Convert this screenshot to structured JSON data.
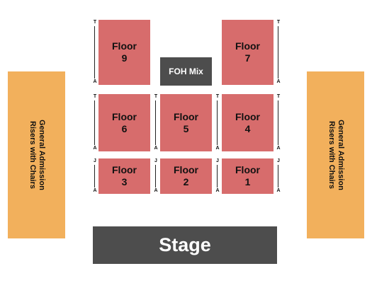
{
  "map": {
    "stage": {
      "label": "Stage"
    },
    "foh": {
      "label": "FOH Mix"
    },
    "riser_left": {
      "line1": "General Admission",
      "line2": "Risers with Chairs"
    },
    "riser_right": {
      "line1": "General Admission",
      "line2": "Risers with Chairs"
    },
    "sections": {
      "floor9": {
        "name": "Floor",
        "number": "9"
      },
      "floor7": {
        "name": "Floor",
        "number": "7"
      },
      "floor6": {
        "name": "Floor",
        "number": "6"
      },
      "floor5": {
        "name": "Floor",
        "number": "5"
      },
      "floor4": {
        "name": "Floor",
        "number": "4"
      },
      "floor3": {
        "name": "Floor",
        "number": "3"
      },
      "floor2": {
        "name": "Floor",
        "number": "2"
      },
      "floor1": {
        "name": "Floor",
        "number": "1"
      }
    },
    "rows": {
      "top_first": "T",
      "top_last": "A",
      "front_first": "J",
      "front_last": "A"
    }
  },
  "colors": {
    "floor": "#d76c6c",
    "riser": "#f2b05c",
    "stage": "#4d4d4d",
    "foh": "#4d4d4d"
  }
}
